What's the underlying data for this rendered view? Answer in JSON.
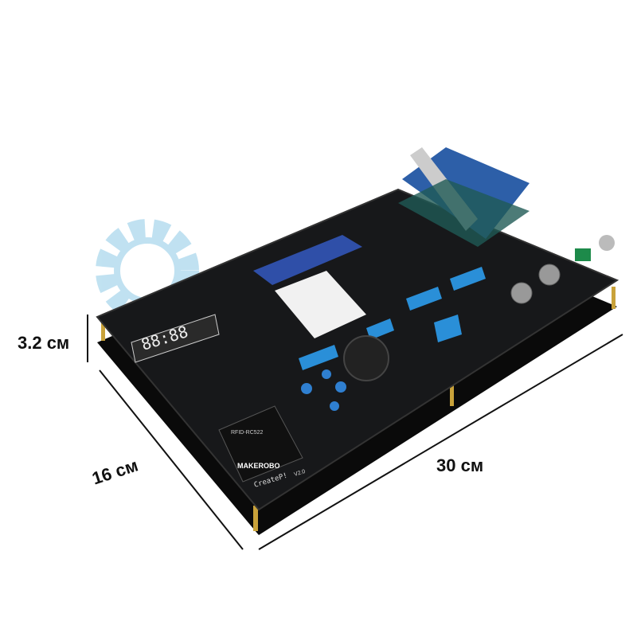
{
  "dimensions": {
    "height": "3.2 см",
    "depth": "16 см",
    "width": "30 см"
  },
  "board": {
    "name": "CreateP!",
    "version": "V2.0",
    "brand": "MAKEROBO",
    "rfid_label": "RFID-RC522",
    "display_digits": "88:88"
  },
  "colors": {
    "board": "#141516",
    "acrylic": "#0a0a0a",
    "lcd": "#2f4fa8",
    "dip_switch": "#2a8fd8",
    "watermark": "#8ecae6"
  }
}
